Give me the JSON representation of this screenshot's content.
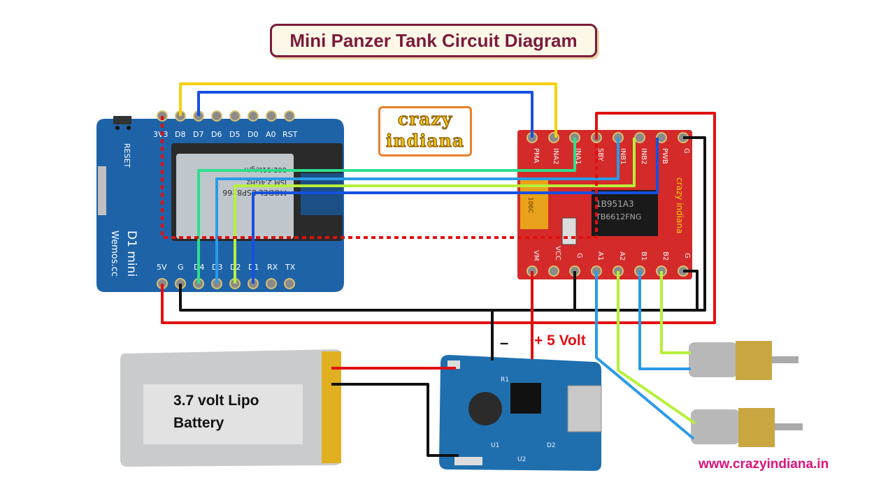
{
  "title": "Mini Panzer Tank Circuit Diagram",
  "logo": {
    "line1": "crazy",
    "line2": "indiana"
  },
  "wemos": {
    "top_pins": [
      "3V3",
      "D8",
      "D7",
      "D6",
      "D5",
      "D0",
      "A0",
      "RST"
    ],
    "bottom_pins": [
      "5V",
      "G",
      "D4",
      "D3",
      "D2",
      "D1",
      "RX",
      "TX"
    ],
    "reset_label": "RESET",
    "board_name": "D1 mini",
    "brand": "Wemos.cc",
    "module_lines": [
      "MODEL ESP8266",
      "ISM 2.4GHz",
      "802.11b/g/n"
    ]
  },
  "driver": {
    "top_pins": [
      "PMA",
      "INA2",
      "INA1",
      "SBY",
      "INB1",
      "INB2",
      "PWB",
      "G"
    ],
    "bottom_pins": [
      "VM",
      "VCC",
      "G",
      "A1",
      "A2",
      "B1",
      "B2",
      "G"
    ],
    "chip_lines": [
      "TB6612FNG",
      "1B951A3"
    ],
    "brand": "crazy indiana",
    "cap_label": "106C"
  },
  "battery": {
    "label_line1": "3.7 volt Lipo",
    "label_line2": "Battery"
  },
  "charger": {
    "labels": [
      "R1",
      "D2",
      "U2",
      "U1"
    ]
  },
  "plus5_label": "+ 5 Volt",
  "minus_label": "–",
  "website": "www.crazyindiana.in",
  "colors": {
    "wemos_board": "#1e63a8",
    "driver_board": "#d42a2a",
    "charger_board": "#1f6fae",
    "wire_red": "#e01010",
    "wire_black": "#111111",
    "wire_yellow": "#f5d10f",
    "wire_blue": "#1550e0",
    "wire_green": "#2ee08c",
    "wire_lime": "#b6f03a",
    "wire_lightblue": "#2b9be8",
    "title": "#7a1b3a",
    "website": "#e0127a"
  }
}
